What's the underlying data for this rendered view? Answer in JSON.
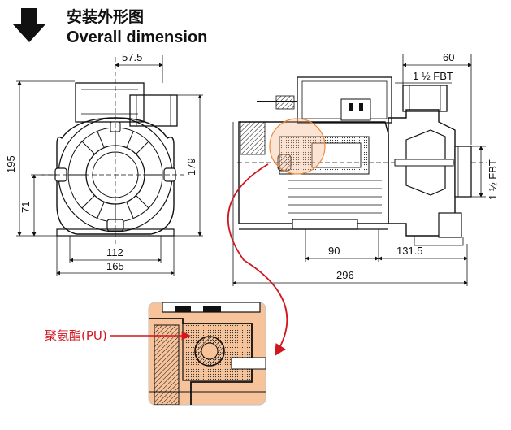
{
  "header": {
    "title_cn": "安装外形图",
    "title_en": "Overall dimension"
  },
  "dimensions": {
    "top_left": "57.5",
    "left_height": "195",
    "left_height_inner": "71",
    "right_height": "179",
    "bottom_inner": "112",
    "bottom_outer": "165",
    "top_right": "60",
    "fbt_top": "1 ½ FBT",
    "fbt_side": "1 ½ FBT",
    "bottom_90": "90",
    "bottom_131": "131.5",
    "overall_length": "296"
  },
  "callout": {
    "label": "聚氨酯(PU)"
  },
  "colors": {
    "accent": "#d0161f",
    "highlight": "#f4b183",
    "drawing": "#111111"
  }
}
